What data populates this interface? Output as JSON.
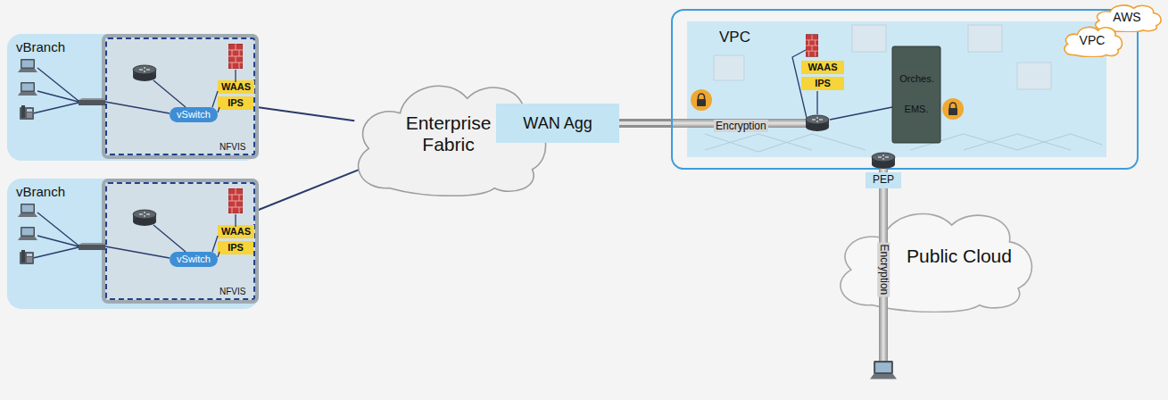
{
  "diagram": {
    "nodes": [
      {
        "text": [
          "vBranch"
        ]
      },
      {
        "text": [
          "NFVIS"
        ],
        "in": 0
      },
      {
        "text": [
          "WAAS"
        ],
        "in": 1
      },
      {
        "text": [
          "IPS"
        ],
        "in": 1
      },
      {
        "text": [
          "vSwitch"
        ],
        "in": 1
      },
      {
        "text": [
          "vBranch"
        ]
      },
      {
        "text": [
          "NFVIS"
        ],
        "in": 5
      },
      {
        "text": [
          "WAAS"
        ],
        "in": 6
      },
      {
        "text": [
          "IPS"
        ],
        "in": 6
      },
      {
        "text": [
          "vSwitch"
        ],
        "in": 6
      },
      {
        "text": [
          "Enterprise Fabric"
        ]
      },
      {
        "text": [
          "WAN Agg"
        ]
      },
      {
        "text": [
          "VPC"
        ]
      },
      {
        "text": [
          "WAAS"
        ],
        "in": 12
      },
      {
        "text": [
          "IPS"
        ],
        "in": 12
      },
      {
        "text": [
          "Orches."
        ],
        "in": 12
      },
      {
        "text": [
          "EMS."
        ],
        "in": 12
      },
      {
        "text": [
          "AWS"
        ]
      },
      {
        "text": [
          "VPC"
        ]
      },
      {
        "text": [
          "PEP"
        ]
      },
      {
        "text": [
          "Public Cloud"
        ]
      }
    ],
    "edges": [
      {
        "from": 1,
        "to": 10,
        "arrow": "none"
      },
      {
        "from": 6,
        "to": 10,
        "arrow": "none"
      },
      {
        "from": 11,
        "to": 12,
        "label": "Encryption",
        "arrow": "none"
      },
      {
        "from": 12,
        "to": 19,
        "arrow": "none"
      }
    ],
    "labels": [
      "Encryption"
    ]
  }
}
